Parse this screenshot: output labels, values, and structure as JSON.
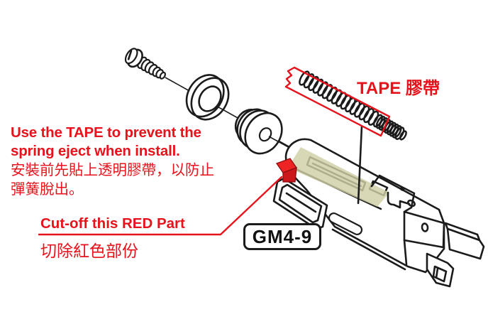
{
  "annotations": {
    "tape_note_en_line1": "Use the TAPE to prevent the",
    "tape_note_en_line2": "spring eject when install.",
    "tape_note_zh_line1": "安裝前先貼上透明膠帶，以防止",
    "tape_note_zh_line2": "彈簧脫出。",
    "tape_label": "TAPE 膠帶",
    "cutoff_label_en": "Cut-off this RED Part",
    "cutoff_label_zh": "切除紅色部份",
    "part_code": "GM4-9"
  },
  "colors": {
    "annotation_red": "#e6131c",
    "tape_area_highlight": "#cfd0a6",
    "cutoff_part_red": "#e02020",
    "cutoff_part_red_dark": "#cb161b",
    "outline_black": "#1b1b1b",
    "background": "#ffffff"
  },
  "illustration": {
    "parts": [
      "screw",
      "washer",
      "piston-head",
      "recoil-spring",
      "tape-outline",
      "blowback-housing",
      "cutoff-red-part"
    ]
  }
}
